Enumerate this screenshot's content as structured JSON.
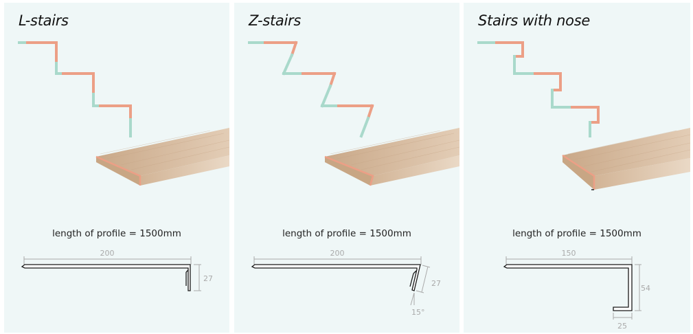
{
  "panels": [
    {
      "title": "L-stairs",
      "length_text": "length of profile = 1500mm",
      "dimensions": {
        "width": "200",
        "height": "27"
      }
    },
    {
      "title": "Z-stairs",
      "length_text": "length of profile = 1500mm",
      "dimensions": {
        "width": "200",
        "height": "27",
        "angle": "15°"
      }
    },
    {
      "title": "Stairs with nose",
      "length_text": "length of profile = 1500mm",
      "dimensions": {
        "width": "150",
        "height": "54",
        "nose": "25"
      }
    }
  ],
  "colors": {
    "panel_bg": "#eff7f7",
    "tread_highlight": "#ec9f86",
    "riser_highlight": "#a9d9cb",
    "wood": "#d9bfa4",
    "dimension": "#aaaaaa"
  }
}
